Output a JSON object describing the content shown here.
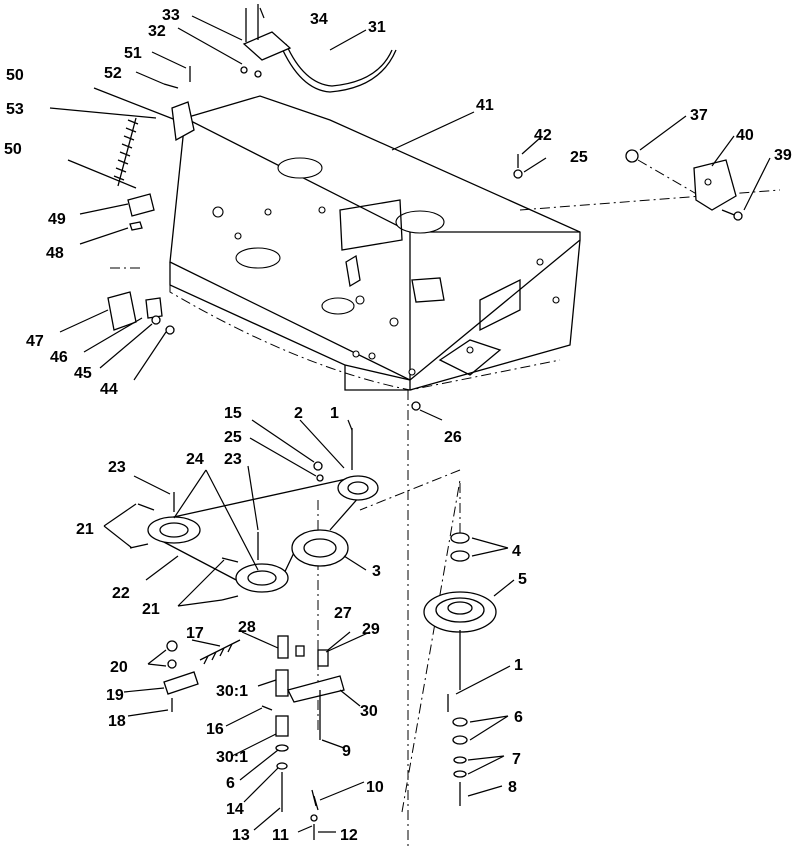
{
  "callouts": [
    "1",
    "2",
    "3",
    "4",
    "5",
    "6",
    "7",
    "8",
    "9",
    "10",
    "11",
    "12",
    "13",
    "14",
    "15",
    "16",
    "17",
    "18",
    "19",
    "20",
    "21",
    "22",
    "23",
    "24",
    "25",
    "26",
    "27",
    "28",
    "29",
    "30",
    "30:1",
    "31",
    "32",
    "33",
    "34",
    "37",
    "39",
    "40",
    "41",
    "42",
    "44",
    "45",
    "46",
    "47",
    "48",
    "49",
    "50",
    "51",
    "52",
    "53"
  ],
  "labels": {
    "c1a": "1",
    "c1b": "1",
    "c2": "2",
    "c3": "3",
    "c4": "4",
    "c5": "5",
    "c6a": "6",
    "c6b": "6",
    "c7": "7",
    "c8": "8",
    "c9": "9",
    "c10": "10",
    "c11": "11",
    "c12": "12",
    "c13": "13",
    "c14": "14",
    "c15": "15",
    "c16": "16",
    "c17": "17",
    "c18": "18",
    "c19": "19",
    "c20": "20",
    "c21a": "21",
    "c21b": "21",
    "c22": "22",
    "c23a": "23",
    "c23b": "23",
    "c24": "24",
    "c25a": "25",
    "c25b": "25",
    "c26": "26",
    "c27": "27",
    "c28": "28",
    "c29": "29",
    "c30": "30",
    "c30_1a": "30:1",
    "c30_1b": "30:1",
    "c31": "31",
    "c32": "32",
    "c33": "33",
    "c34": "34",
    "c37": "37",
    "c39": "39",
    "c40": "40",
    "c41": "41",
    "c42": "42",
    "c44": "44",
    "c45": "45",
    "c46": "46",
    "c47": "47",
    "c48": "48",
    "c49": "49",
    "c50a": "50",
    "c50b": "50",
    "c51": "51",
    "c52": "52",
    "c53": "53"
  }
}
